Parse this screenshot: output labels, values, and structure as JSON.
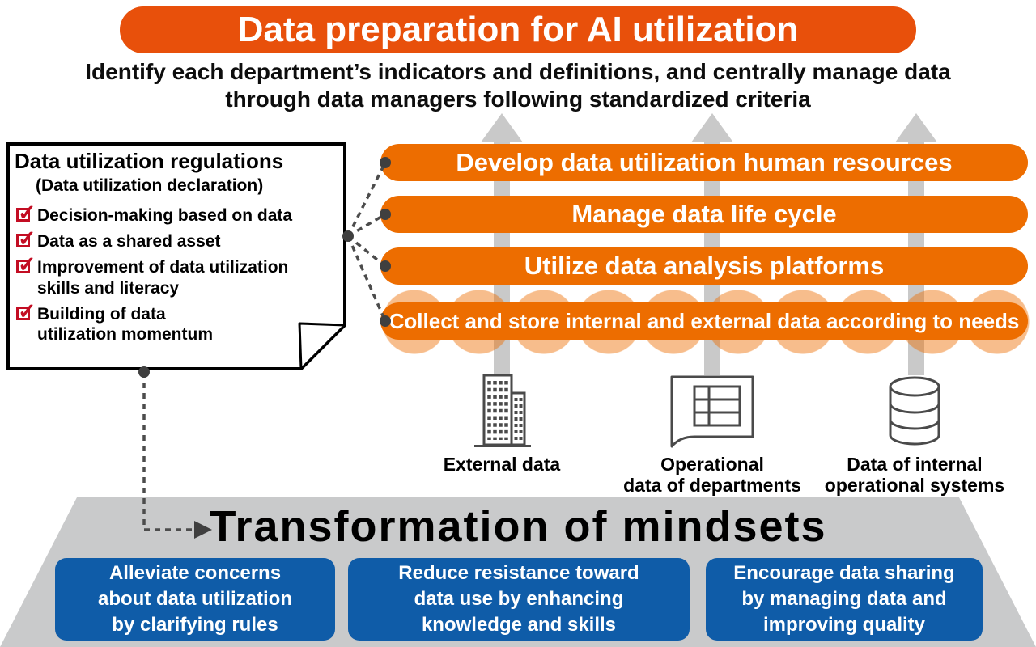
{
  "header": {
    "title": "Data preparation for AI utilization",
    "subtitle": "Identify each department’s indicators and definitions, and centrally manage data\nthrough data managers following standardized criteria"
  },
  "note": {
    "title": "Data utilization regulations",
    "subtitle": "(Data utilization declaration)",
    "items": [
      "Decision-making based on data",
      "Data as a shared asset",
      "Improvement of data utilization\nskills and literacy",
      "Building of data\nutilization momentum"
    ]
  },
  "pillars": [
    {
      "label": "Develop data utilization human resources"
    },
    {
      "label": "Manage data life cycle"
    },
    {
      "label": "Utilize data analysis platforms"
    },
    {
      "label": "Collect and store internal and external data according to needs"
    }
  ],
  "sources": [
    {
      "icon": "building-icon",
      "label": "External data"
    },
    {
      "icon": "spreadsheet-icon",
      "label": "Operational\ndata of departments"
    },
    {
      "icon": "database-icon",
      "label": "Data of internal\noperational systems"
    }
  ],
  "mindsets": {
    "title": "Transformation of mindsets",
    "boxes": [
      {
        "label": "Alleviate concerns\nabout data utilization\nby clarifying rules"
      },
      {
        "label": "Reduce resistance toward\ndata use by enhancing\nknowledge and skills"
      },
      {
        "label": "Encourage data sharing\nby managing data and\nimproving quality"
      }
    ]
  },
  "colors": {
    "banner_orange": "#E8500B",
    "pillar_orange": "#ED6D00",
    "scallop_orange": "rgba(237,109,0,0.45)",
    "box_blue": "#0F5CA8",
    "panel_gray": "#C9CACB",
    "arrow_gray": "#C9C9C9",
    "check_red": "#C30D23"
  }
}
